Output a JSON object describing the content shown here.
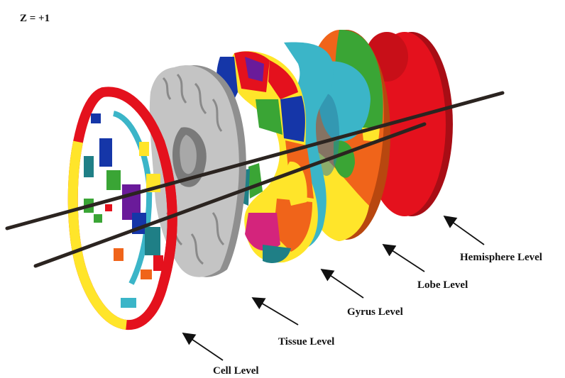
{
  "z_label": "Z = +1",
  "levels": [
    {
      "id": "cell",
      "label": "Cell Level"
    },
    {
      "id": "tissue",
      "label": "Tissue Level"
    },
    {
      "id": "gyrus",
      "label": "Gyrus Level"
    },
    {
      "id": "lobe",
      "label": "Lobe Level"
    },
    {
      "id": "hemisphere",
      "label": "Hemisphere Level"
    }
  ],
  "colors": {
    "red": "#e4111d",
    "orange": "#f0641a",
    "yellow": "#ffe52a",
    "green": "#3aa535",
    "teal": "#3bb5c8",
    "darkteal": "#1f7f86",
    "blue": "#1536a8",
    "purple": "#6a1b9a",
    "magenta": "#d4247c",
    "gray": "#b8b8b8",
    "axis": "#2b2420"
  }
}
